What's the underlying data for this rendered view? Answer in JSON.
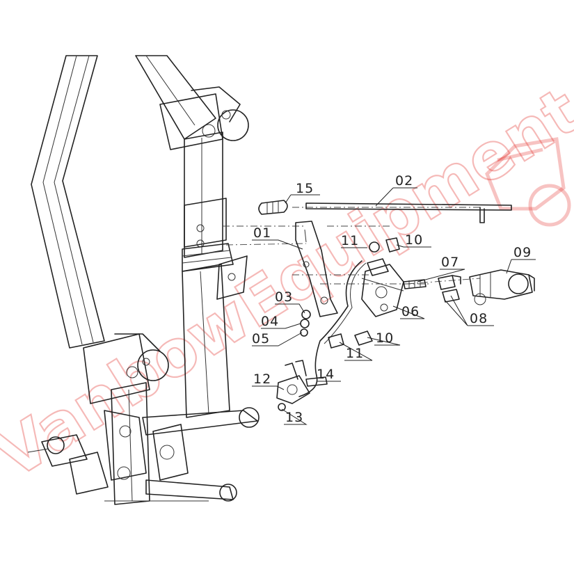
{
  "diagram": {
    "callouts": {
      "c15": "15",
      "c02": "02",
      "c01": "01",
      "c11a": "11",
      "c10a": "10",
      "c07": "07",
      "c09": "09",
      "c03": "03",
      "c04": "04",
      "c05": "05",
      "c06": "06",
      "c08": "08",
      "c10b": "10",
      "c11b": "11",
      "c12": "12",
      "c14": "14",
      "c13": "13"
    },
    "watermark": {
      "text": "VanbowEquipment",
      "color": "#e53935",
      "icon": "tractor-logo-icon"
    }
  }
}
